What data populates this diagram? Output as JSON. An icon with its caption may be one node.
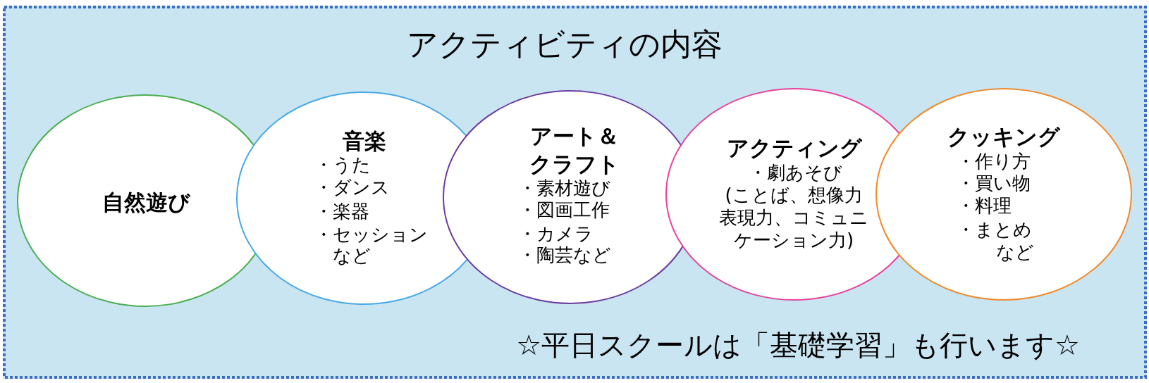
{
  "diagram": {
    "title": "アクティビティの内容",
    "nodes": [
      {
        "text": [
          "自然遊び"
        ]
      },
      {
        "text": [
          "音楽",
          "・うた",
          "・ダンス",
          "・楽器",
          "・セッション",
          "など"
        ]
      },
      {
        "text": [
          "アート＆クラフト",
          "・素材遊び",
          "・図画工作",
          "・カメラ",
          "・陶芸など"
        ]
      },
      {
        "text": [
          "アクティング",
          "・劇あそび",
          "(ことば、想像力表現力、コミュニケーション力)"
        ]
      },
      {
        "text": [
          "クッキング",
          "・作り方",
          "・買い物",
          "・料理",
          "・まとめ",
          "など"
        ]
      }
    ],
    "labels": [
      "☆平日スクールは「基礎学習」も行います☆"
    ]
  }
}
